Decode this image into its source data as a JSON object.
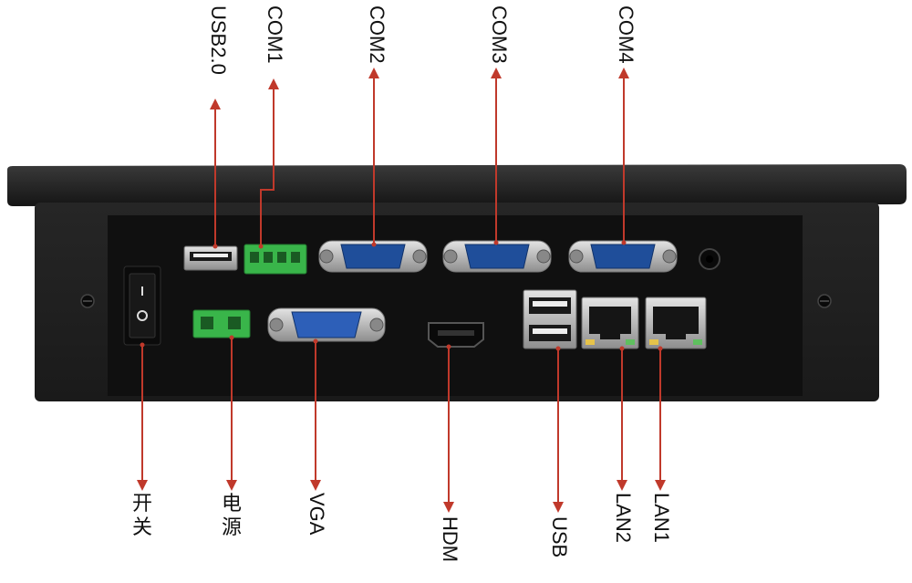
{
  "labels": {
    "top": {
      "usb20": "USB2.0",
      "com1": "COM1",
      "com2": "COM2",
      "com3": "COM3",
      "com4": "COM4"
    },
    "bottom": {
      "power_switch": [
        "开",
        "关"
      ],
      "power_input": [
        "电",
        "源"
      ],
      "vga": "VGA",
      "hdmi": "HDM",
      "usb": "USB",
      "lan2": "LAN2",
      "lan1": "LAN1"
    }
  },
  "colors": {
    "arrow": "#c0392b",
    "chassis": "#1e1e1e",
    "panel": "#121212",
    "port_blue": "#1f4e9a",
    "terminal_green": "#39b54a",
    "metal": "#b9b9b9"
  }
}
